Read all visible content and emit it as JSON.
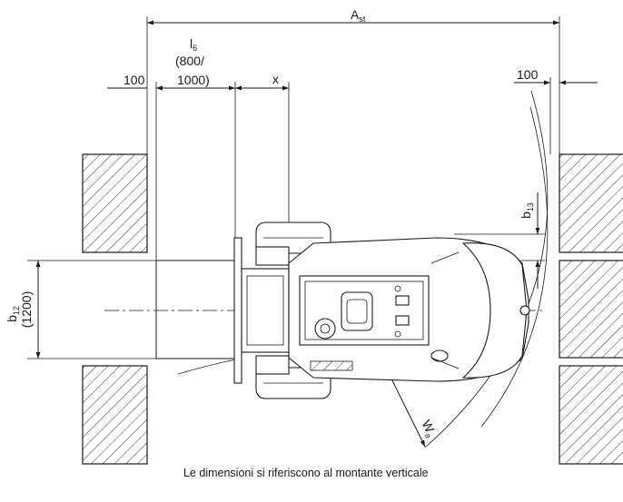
{
  "labels": {
    "ast_main": "A",
    "ast_sub": "st",
    "l6_main": "l",
    "l6_sub": "6",
    "l6_line2": "(800/",
    "l6_line3": "1000)",
    "left_100": "100",
    "right_100": "100",
    "x": "x",
    "b12_main": "b",
    "b12_sub": "12",
    "b12_paren": "(1200)",
    "b13_main": "b",
    "b13_sub": "13",
    "wa_main": "W",
    "wa_sub": "a"
  },
  "caption": "Le dimensioni si riferiscono al montante verticale"
}
